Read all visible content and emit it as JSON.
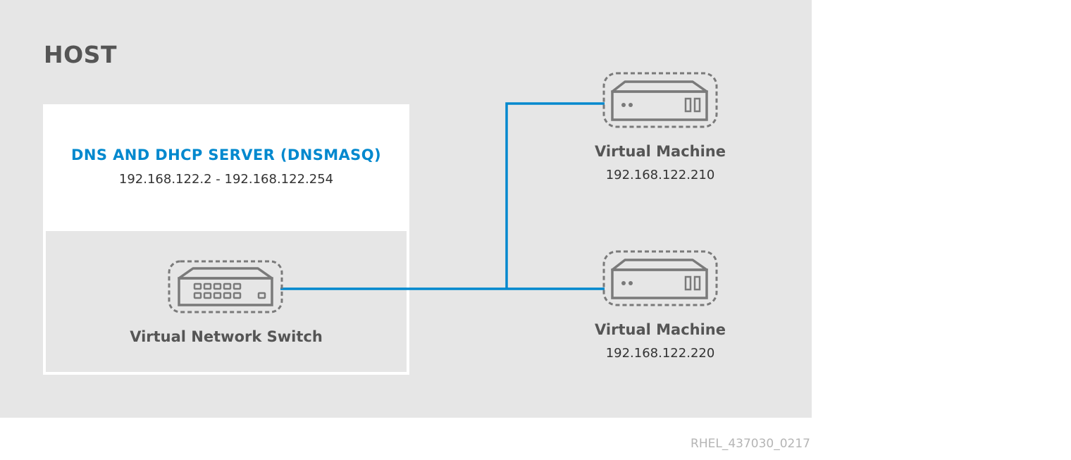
{
  "host": {
    "label": "HOST"
  },
  "dns_server": {
    "title": "DNS AND DHCP SERVER (DNSMASQ)",
    "range": "192.168.122.2 - 192.168.122.254"
  },
  "switch": {
    "label": "Virtual Network Switch",
    "icon": "network-switch-icon"
  },
  "virtual_machines": [
    {
      "name": "Virtual Machine",
      "ip": "192.168.122.210",
      "icon": "server-icon"
    },
    {
      "name": "Virtual Machine",
      "ip": "192.168.122.220",
      "icon": "server-icon"
    }
  ],
  "footer": {
    "id": "RHEL_437030_0217"
  },
  "colors": {
    "connection_line": "#0088ce",
    "host_background": "#e6e6e6",
    "icon_stroke": "#7a7a7a",
    "title_accent": "#0088ce"
  }
}
